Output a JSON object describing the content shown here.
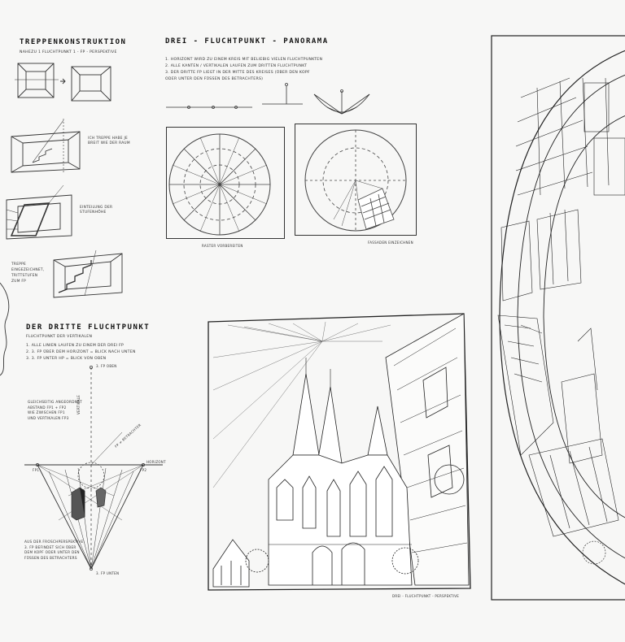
{
  "stairs": {
    "title": "Treppenkonstruktion",
    "subtitle": "Nahezu 1 Fluchtpunkt 1 - FP - Perspektive",
    "note_step": "Ich treppe habe je Breit wie der Raum",
    "note_division": "Einteilung der Stufenhöhe",
    "note_stairs": [
      "Treppe",
      "eingezeichnet,",
      "Trittstufen",
      "zum FP"
    ]
  },
  "panorama": {
    "title": "Drei - Fluchtpunkt - Panorama",
    "steps": [
      "1. Horizont wird zu einem Kreis mit beliebig vielen Fluchtpunkten",
      "2. Alle Kanten / Vertikalen laufen zum dritten Fluchtpunkt",
      "3. Der dritte FP liegt in der Mitte des Kreises (über den Kopf",
      "   oder unter den Füßen des Betrachters)"
    ],
    "caption_left": "Raster vorbereiten",
    "caption_right": "Fassaden einzeichnen"
  },
  "third_vp": {
    "title": "Der dritte Fluchtpunkt",
    "subtitle": "Fluchtpunkt der Vertikalen",
    "steps": [
      "1. Alle Linien laufen zu einem der drei FP",
      "2. 3. FP über dem Horizont = Blick nach unten",
      "3. 3. FP unter HP = Blick von oben"
    ],
    "label_top": "3. FP oben",
    "label_vertical": "Vertikale",
    "label_horizon": "Horizont",
    "label_fp1": "FP1",
    "label_fp2": "FP2",
    "label_viewer": "FP ≠ Betrachter",
    "note_triangle": [
      "Gleichseitig angeordnet",
      "Abstand FP1 + FP2",
      "wie zwischen FP1",
      "und Vertikalen FP3"
    ],
    "note_viewpoint": [
      "Aus der Froschperspektive:",
      "",
      "3. FP befindet sich über",
      "dem Kopf oder unter den",
      "Füßen des Betrachters"
    ],
    "label_bottom": "3. FP unten"
  },
  "cathedral": {
    "caption": "Drei - Fluchtpunkt - Perspektive"
  }
}
